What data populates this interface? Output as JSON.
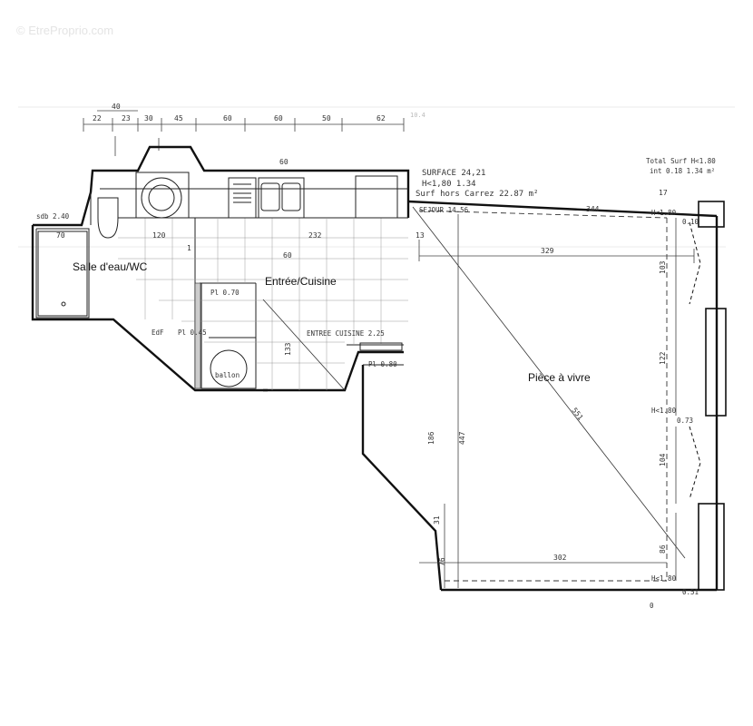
{
  "watermark": "© EtreProprio.com",
  "rooms": {
    "bathroom": "Salle d'eau/WC",
    "kitchen": "Entrée/Cuisine",
    "living": "Pièce à vivre"
  },
  "surface_notes": {
    "line1": "SURFACE 24,21",
    "line2": "H<1,80 1.34",
    "line3": "Surf hors Carrez 22.87 m²",
    "sejour": "SEJOUR 14.56"
  },
  "top_dimensions": [
    "22",
    "23",
    "30",
    "45",
    "60",
    "60",
    "50",
    "62"
  ],
  "top_extra": "40",
  "dimensions": {
    "d70": "70",
    "d120": "120",
    "d232": "232",
    "d13": "13",
    "d329": "329",
    "d344": "344",
    "d302": "302",
    "d60": "60",
    "d186": "186",
    "d447": "447",
    "d31": "31",
    "d76": "76",
    "d122": "122",
    "d103": "103",
    "d104": "104",
    "d86": "86",
    "d551": "551",
    "d17": "17",
    "d133": "133",
    "d1": "1"
  },
  "annotations": {
    "sdb": "sdb 2.40",
    "edf": "EdF",
    "pl_045": "Pl 0.45",
    "pl_070": "Pl 0.70",
    "pl_080": "Pl 0.80",
    "ballon": "ballon",
    "entree_cuisine": "ENTREE CUISINE 2.25",
    "h_top": "H<1.80",
    "h_top_val": "0.10",
    "h_mid": "H<1.80",
    "h_mid_val": "0.73",
    "h_bot": "H<1.80",
    "h_bot_val": "0.51",
    "total_surf": "Total Surf H<1.80",
    "int": "int 0.18 1.34 m²",
    "faint_top": "10.4",
    "small_0": "0"
  }
}
